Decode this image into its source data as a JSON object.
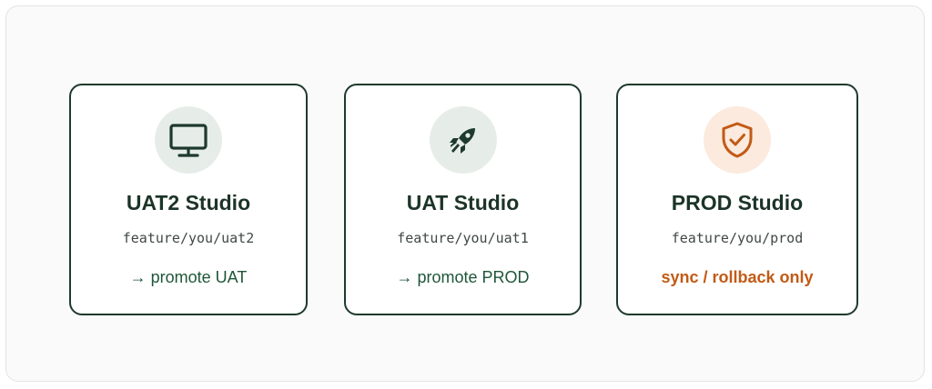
{
  "cards": [
    {
      "title": "UAT2 Studio",
      "branch": "feature/you/uat2",
      "action": "→ promote UAT",
      "icon": "monitor-icon",
      "accent": "#1f5638"
    },
    {
      "title": "UAT Studio",
      "branch": "feature/you/uat1",
      "action": "→ promote PROD",
      "icon": "rocket-icon",
      "accent": "#1f5638"
    },
    {
      "title": "PROD Studio",
      "branch": "feature/you/prod",
      "action": "sync / rollback only",
      "icon": "shield-check-icon",
      "accent": "#c25a15"
    }
  ],
  "colors": {
    "border": "#1f3a2c",
    "green_icon_bg": "#e6ede9",
    "orange_icon_bg": "#fbeadd",
    "green_text": "#1f5638",
    "orange_text": "#c25a15"
  }
}
